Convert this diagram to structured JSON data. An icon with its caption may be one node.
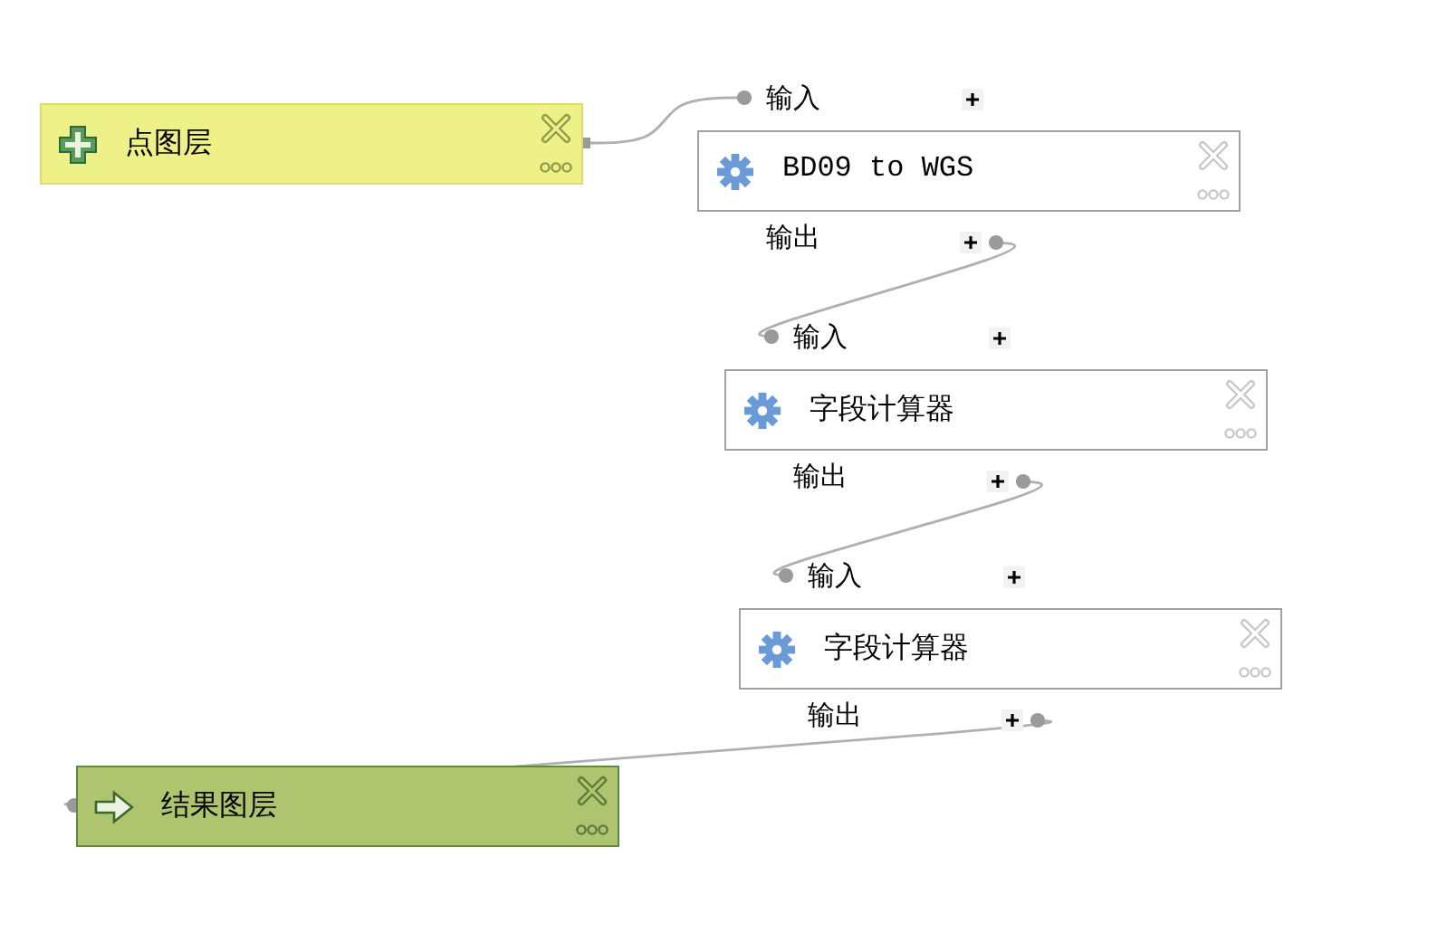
{
  "diagram": {
    "nodes": [
      {
        "text": [
          "点图层"
        ]
      },
      {
        "text": [
          "BD09 to WGS"
        ],
        "beside": [
          "输入",
          "输出"
        ]
      },
      {
        "text": [
          "字段计算器"
        ],
        "beside": [
          "输入",
          "输出"
        ]
      },
      {
        "text": [
          "字段计算器"
        ],
        "beside": [
          "输入",
          "输出"
        ]
      },
      {
        "text": [
          "结果图层"
        ]
      }
    ],
    "edges": [
      {
        "from": 0,
        "to": 1,
        "arrow": "other"
      },
      {
        "from": 1,
        "to": 2,
        "arrow": "other"
      },
      {
        "from": 2,
        "to": 3,
        "arrow": "other"
      },
      {
        "from": 3,
        "to": 4,
        "arrow": "other"
      }
    ]
  }
}
